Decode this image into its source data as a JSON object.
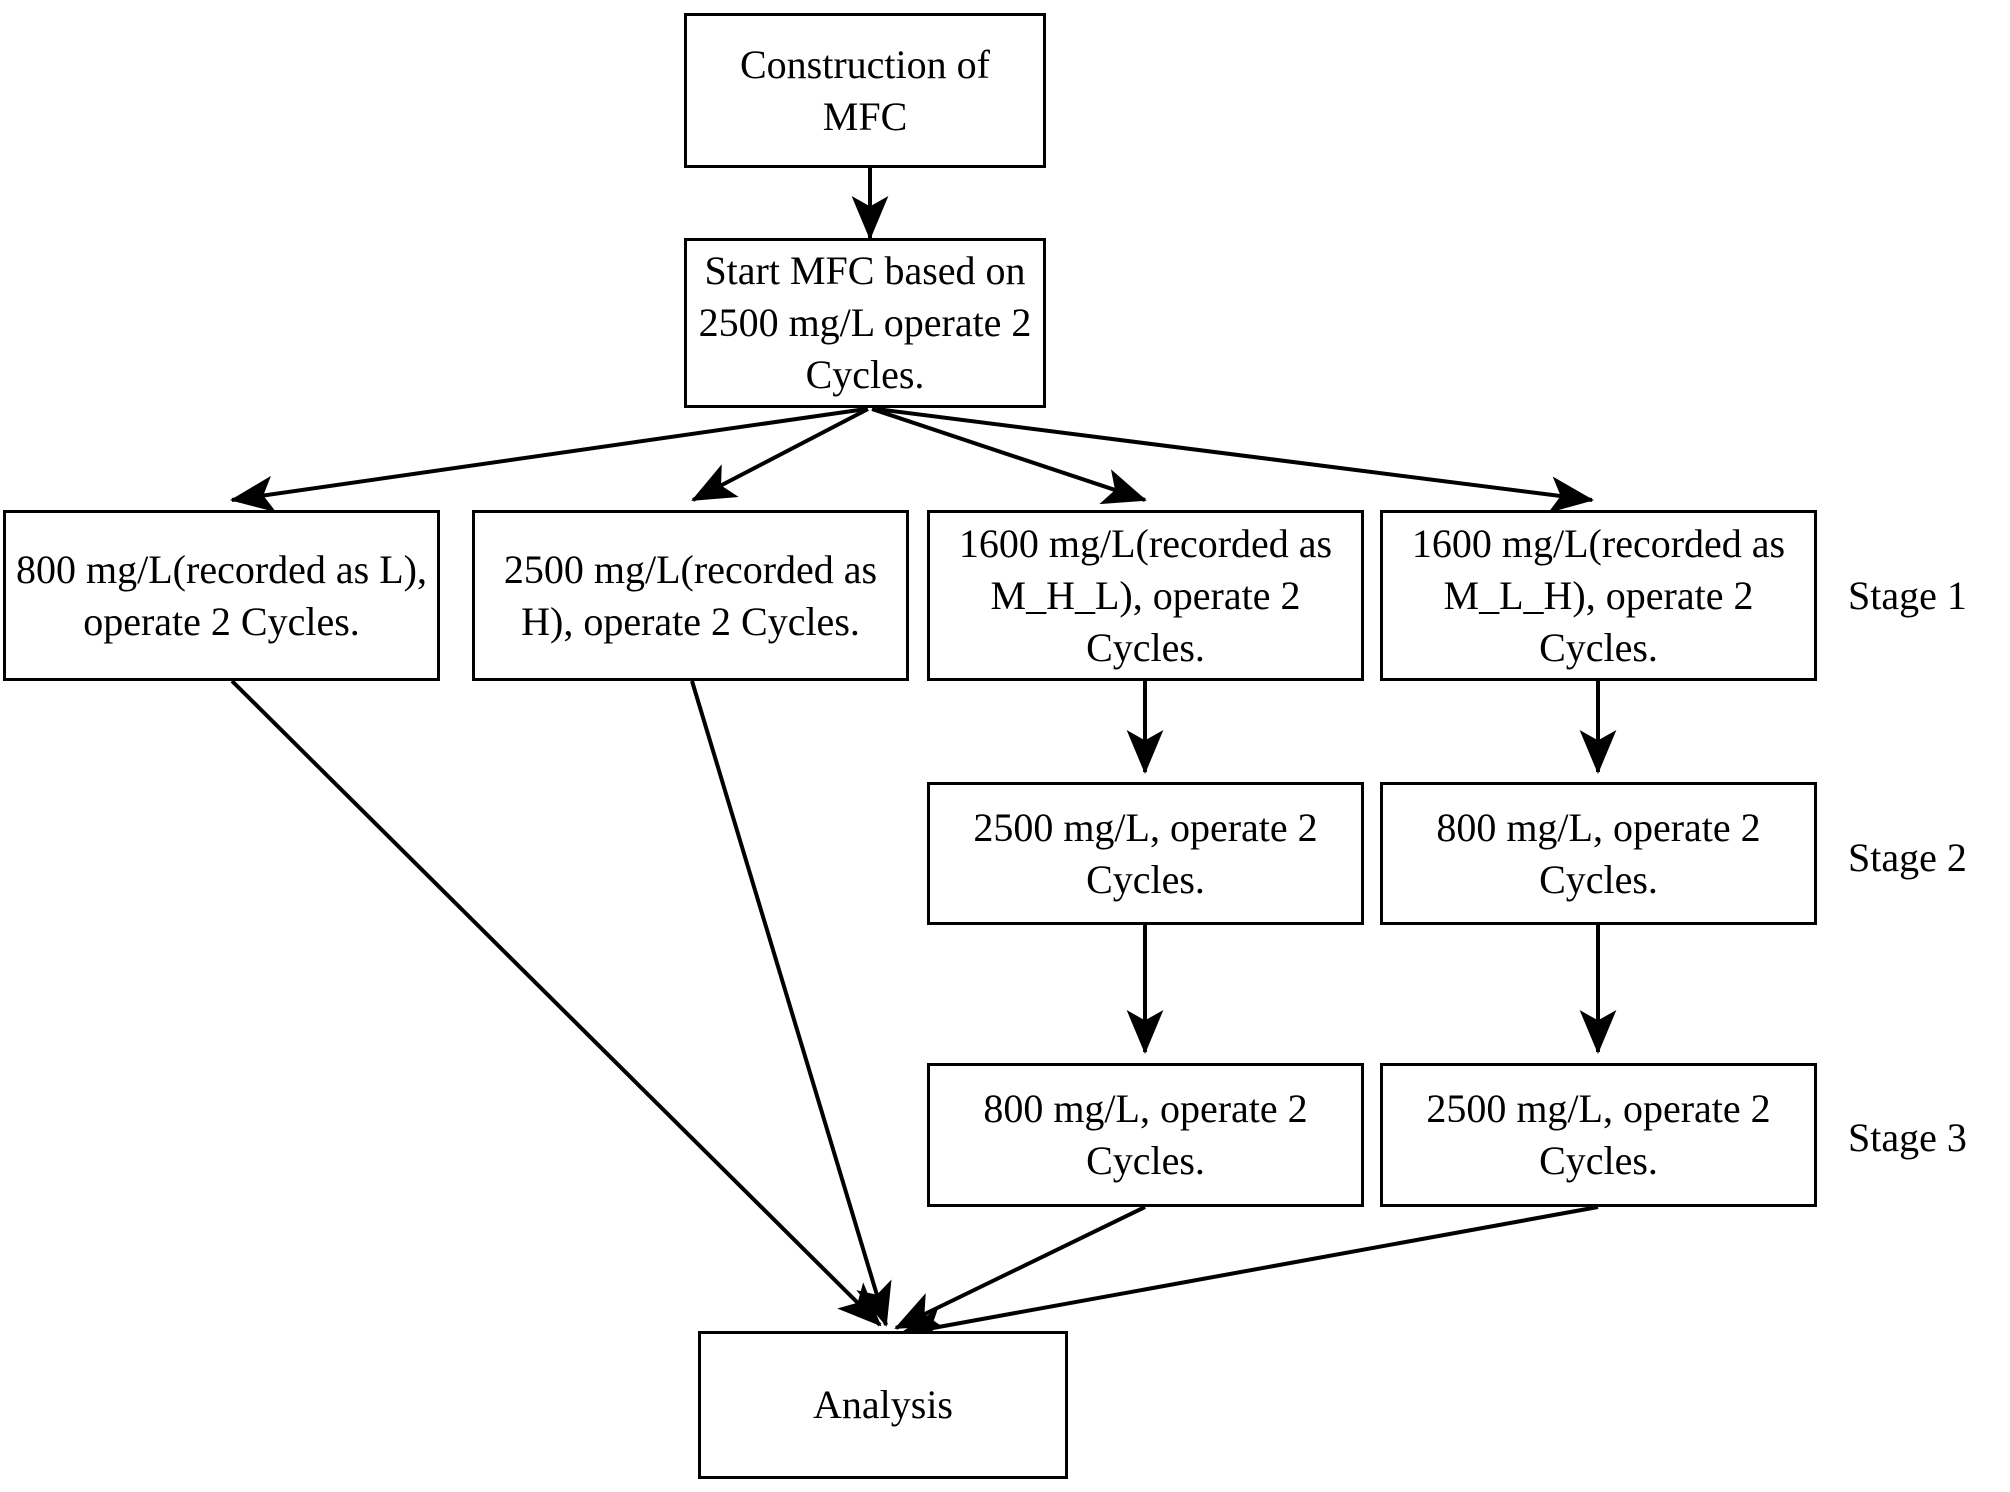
{
  "diagram": {
    "title": "MFC experimental procedure flowchart",
    "line_color": "#000000",
    "background_color": "#ffffff",
    "text_color": "#000000"
  },
  "nodes": {
    "construction": "Construction of MFC",
    "start": "Start MFC based on 2500 mg/L operate 2 Cycles.",
    "stage1_l": "800 mg/L(recorded as L), operate 2 Cycles.",
    "stage1_h": "2500 mg/L(recorded as H), operate 2 Cycles.",
    "stage1_mhl": "1600 mg/L(recorded as M_H_L), operate 2 Cycles.",
    "stage1_mlh": "1600 mg/L(recorded as M_L_H), operate 2 Cycles.",
    "stage2_mhl": "2500 mg/L, operate 2 Cycles.",
    "stage2_mlh": "800 mg/L, operate 2 Cycles.",
    "stage3_mhl": "800 mg/L, operate 2 Cycles.",
    "stage3_mlh": "2500 mg/L, operate 2 Cycles.",
    "analysis": "Analysis"
  },
  "stage_labels": {
    "stage1": "Stage 1",
    "stage2": "Stage 2",
    "stage3": "Stage 3"
  }
}
